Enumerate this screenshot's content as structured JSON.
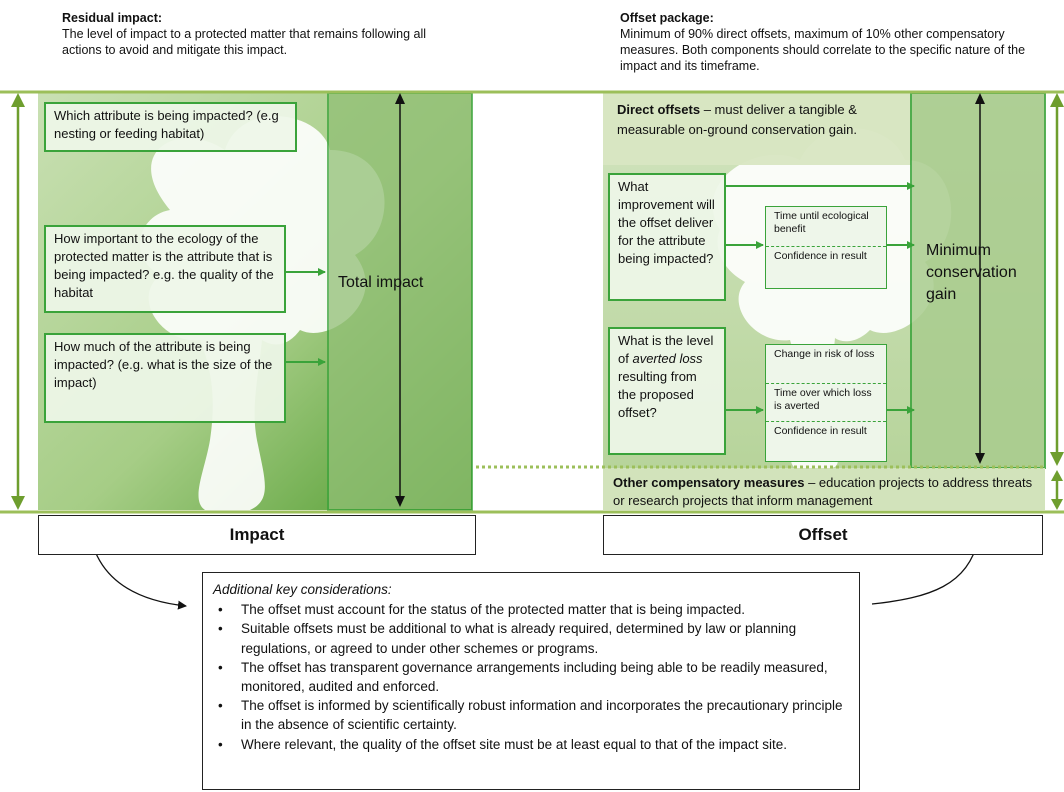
{
  "header": {
    "residual_title": "Residual impact:",
    "residual_text": "The level of impact to a protected matter that remains following all actions to avoid and mitigate this impact.",
    "offset_title": "Offset package:",
    "offset_text": "Minimum of 90% direct offsets, maximum of 10% other compensatory measures. Both components should correlate to the specific nature of the impact and its timeframe."
  },
  "impact": {
    "q1": "Which attribute is being impacted? (e.g nesting or feeding habitat)",
    "q2": "How important to the ecology of the protected matter is the attribute that is being impacted? e.g. the quality of the habitat",
    "q3": "How much of the attribute is being impacted? (e.g. what is the size of the impact)",
    "total_label": "Total impact",
    "footer_label": "Impact"
  },
  "offset": {
    "direct_bold": "Direct offsets",
    "direct_rest": " – must deliver a tangible & measurable on-ground conservation gain.",
    "q_improvement": "What improvement will the offset deliver for the attribute being impacted?",
    "improvement_factors": [
      "Time until ecological benefit",
      "Confidence in result"
    ],
    "q_averted_pre": "What is the level of ",
    "q_averted_em": "averted loss",
    "q_averted_post": " resulting from the proposed offset?",
    "averted_factors": [
      "Change in risk of loss",
      "Time over which loss is averted",
      "Confidence in result"
    ],
    "gain_label": "Minimum conservation gain",
    "other_bold": "Other compensatory measures",
    "other_rest": " – education projects to address threats or research projects that inform management",
    "footer_label": "Offset"
  },
  "considerations": {
    "title": "Additional key considerations:",
    "items": [
      "The offset must account for the status of the protected matter that is being impacted.",
      "Suitable offsets must be additional to what is already required, determined by law or planning regulations, or agreed to under other schemes or programs.",
      "The offset has transparent governance arrangements including being able to be readily measured, monitored, audited and enforced.",
      "The offset is informed by scientifically robust information and incorporates the precautionary principle in the absence of scientific certainty.",
      "Where relevant, the quality of the offset site must be at least equal to that of the impact site."
    ]
  },
  "colors": {
    "dark_green": "#4f9a2e",
    "light_green": "#a8cc8c",
    "accent_green": "#3aa33a",
    "divider_green": "#9cbf5a"
  }
}
